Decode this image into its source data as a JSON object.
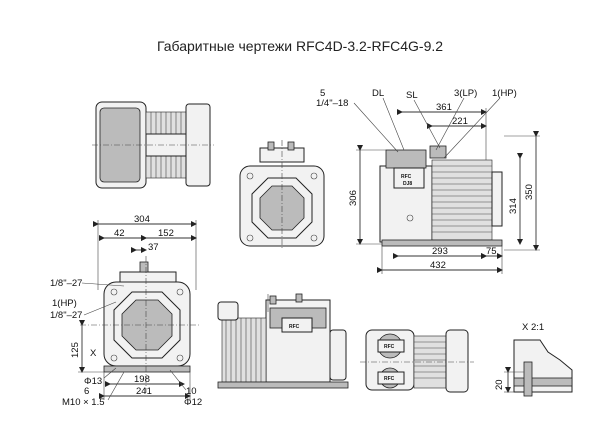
{
  "title": "Габаритные чертежи RFC4D-3.2-RFC4G-9.2",
  "views": {
    "side_view": {
      "callouts": {
        "c5": "5",
        "c14_18": "1/4\"–18",
        "dl": "DL",
        "sl": "SL",
        "lp": "3(LP)",
        "hp": "1(HP)"
      },
      "dimensions": {
        "d361": "361",
        "d221": "221",
        "d306": "306",
        "d314": "314",
        "d350": "350",
        "d293": "293",
        "d75": "75",
        "d432": "432"
      },
      "plate_label": "RFC",
      "plate_sub": "DJ8"
    },
    "front_view": {
      "dimensions": {
        "d304": "304",
        "d42": "42",
        "d152": "152",
        "d37": "37",
        "d125": "125",
        "d198": "198",
        "d241": "241"
      },
      "callouts": {
        "c18a": "1/8\"–27",
        "hp": "1(HP)",
        "c18b": "1/8\"–27",
        "x": "X",
        "phi13": "Φ13",
        "c6": "6",
        "m10": "M10 × 1.5",
        "c10": "10",
        "phi12": "Φ12"
      }
    },
    "iso_view": {
      "plate_label": "RFC"
    },
    "top_view": {
      "plate_label": "RFC",
      "plate_label_2": "RFC"
    },
    "detail_view": {
      "label": "X 2:1",
      "dim20": "20"
    }
  }
}
